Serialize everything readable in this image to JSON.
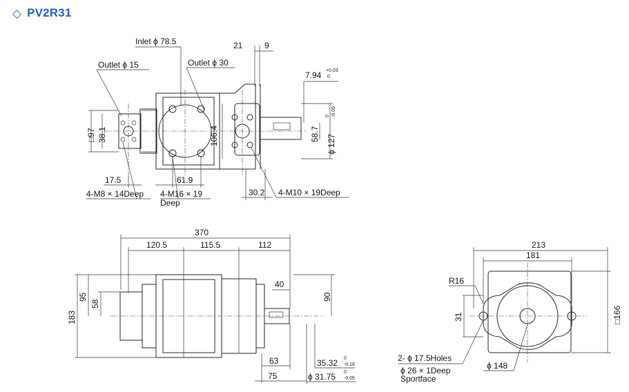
{
  "header": {
    "icon": "diamond-outline-icon",
    "title": "PV2R31",
    "accent": "#1f5fbf"
  },
  "top_view": {
    "inlet": "Inlet ϕ 78.5",
    "outlet15": "Outlet ϕ 15",
    "outlet30": "Outlet ϕ 30",
    "d21": "21",
    "d9": "9",
    "key_main": "7.94",
    "key_tol_up": "+0.03",
    "key_tol_low": "0",
    "d97": "□97",
    "d38": "38.1",
    "d106": "106.4",
    "d58": "58.7",
    "d127": "ϕ 127",
    "d127_tol_up": "0",
    "d127_tol_low": "-0.05",
    "d17": "17.5",
    "d61": "61.9",
    "d30": "30.2",
    "m8": "4-M8 × 14Deep",
    "m16": "4-M16 × 19",
    "m16_deep": "Deep",
    "m10": "4-M10 × 19Deep"
  },
  "side_view": {
    "d370": "370",
    "d120": "120.5",
    "d115": "115.5",
    "d112": "112",
    "d40": "40",
    "d183": "183",
    "d95": "95",
    "d58": "58",
    "d90": "90",
    "d63": "63",
    "d75": "75",
    "d35": "35.32",
    "d35_tol_up": "0",
    "d35_tol_low": "-0.18",
    "d31": "ϕ 31.75",
    "d31_tol_up": "0",
    "d31_tol_low": "-0.05"
  },
  "front_view": {
    "d213": "213",
    "d181": "181",
    "r16": "R16",
    "d31": "31",
    "d166": "□166",
    "holes": "2- ϕ 17.5Holes",
    "spot1": "ϕ 26 × 1Deep",
    "spot2": "Sportface",
    "d148": "ϕ 148"
  }
}
